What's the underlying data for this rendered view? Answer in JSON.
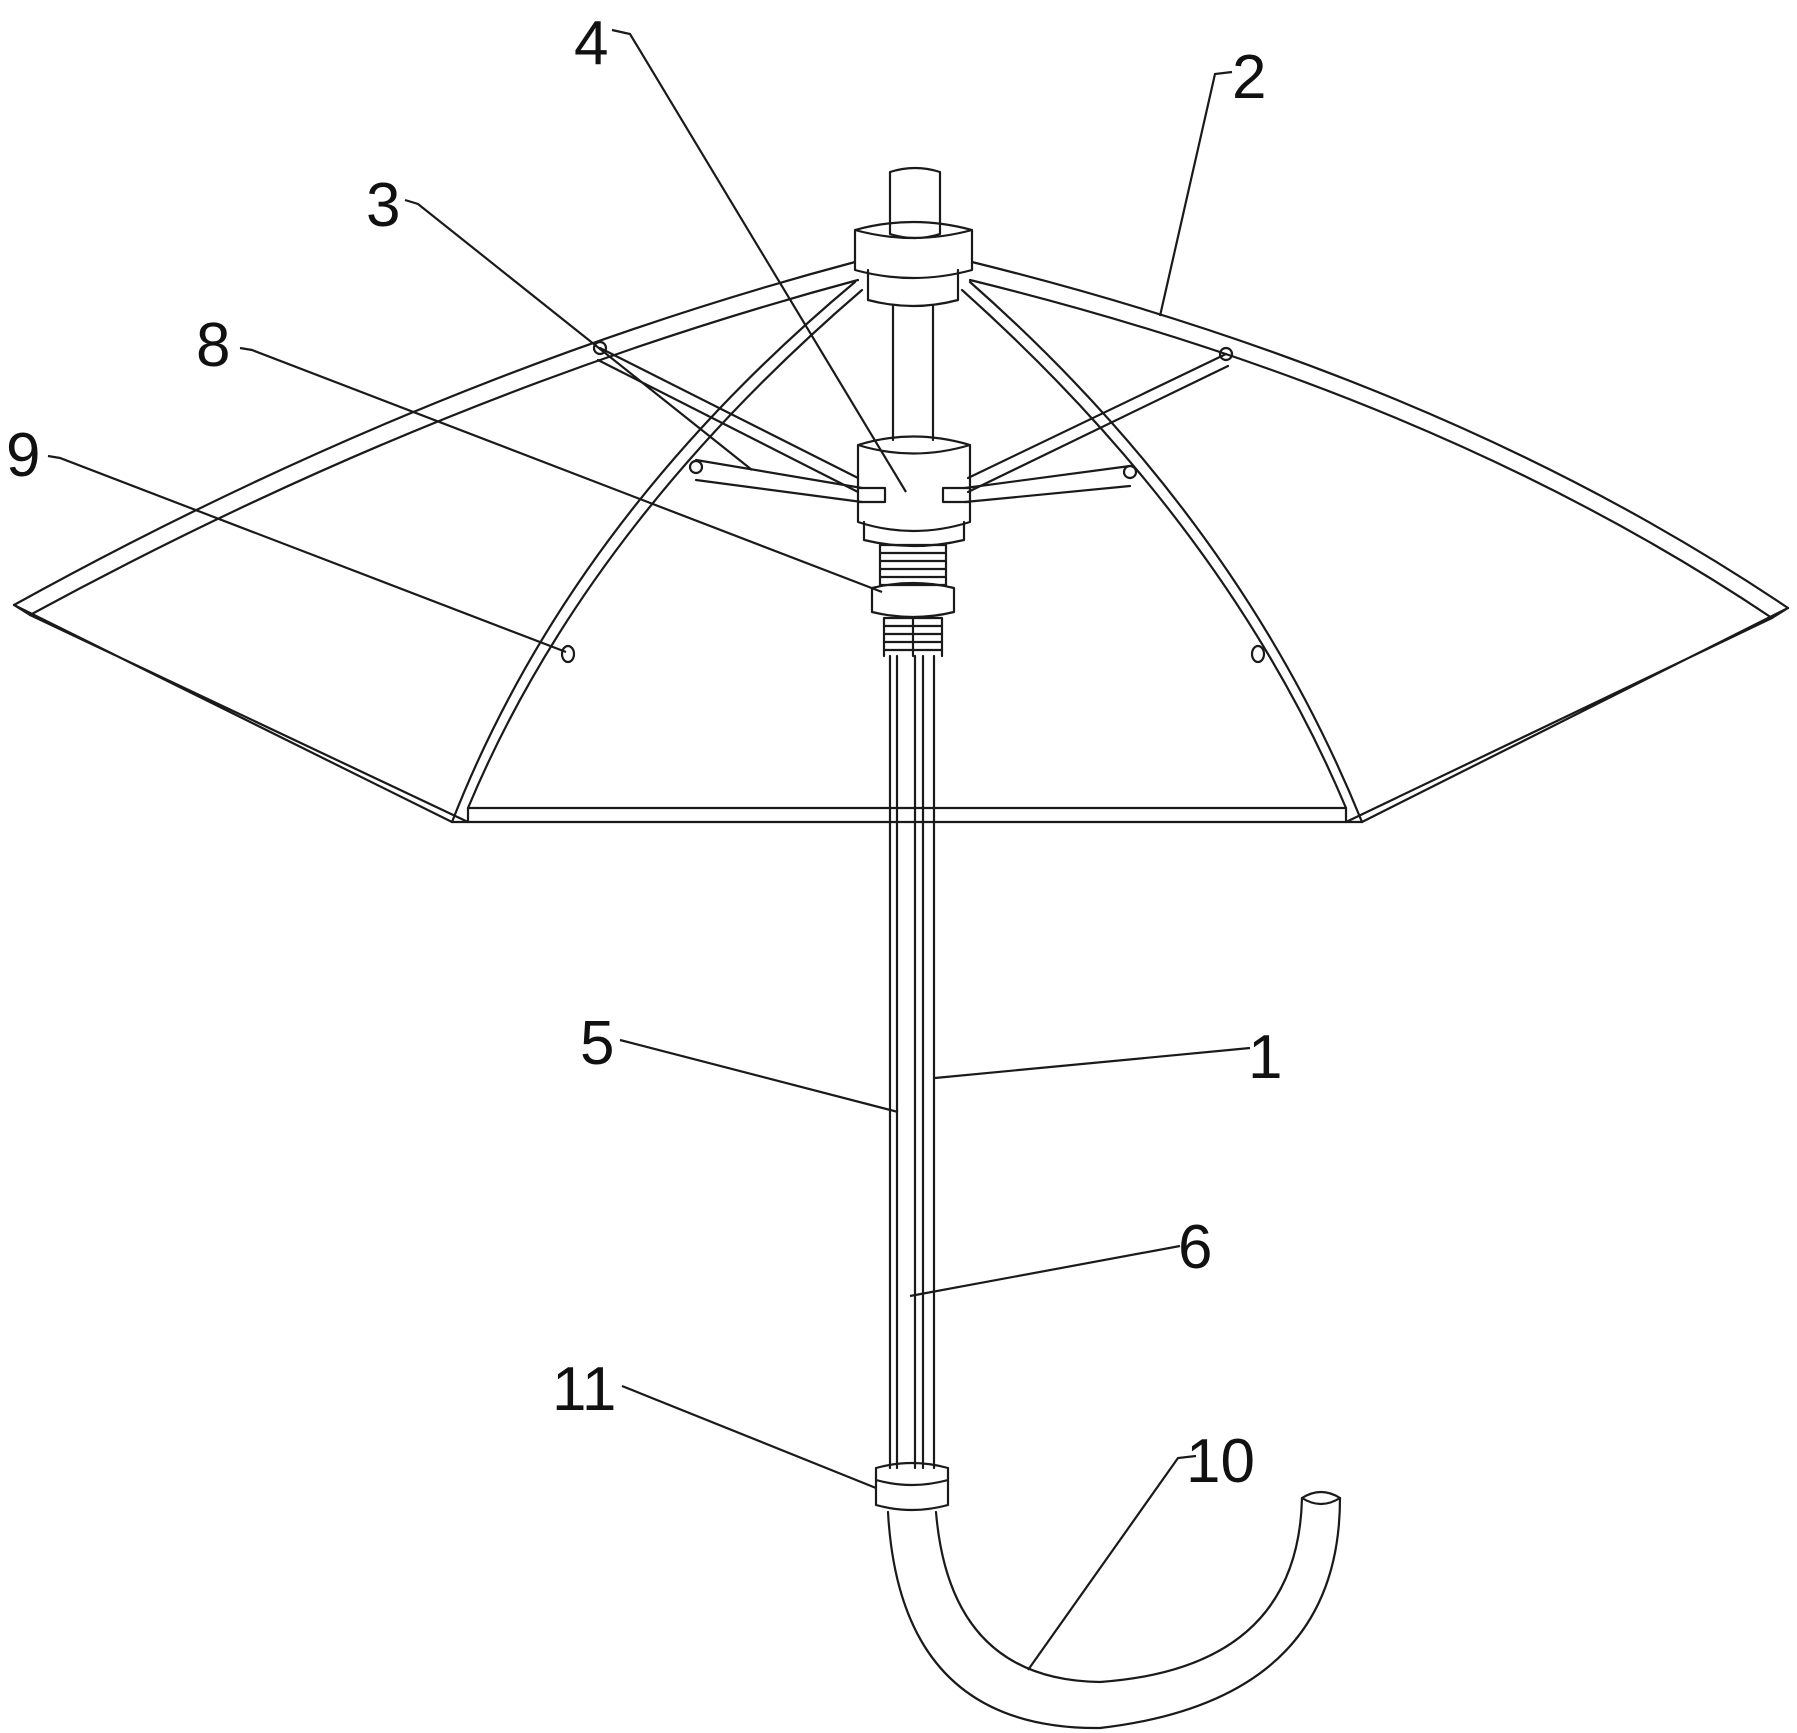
{
  "figure": {
    "line_color": "#1a1a1a",
    "background": "#ffffff",
    "labels": [
      {
        "id": "1",
        "text": "1"
      },
      {
        "id": "2",
        "text": "2"
      },
      {
        "id": "3",
        "text": "3"
      },
      {
        "id": "4",
        "text": "4"
      },
      {
        "id": "5",
        "text": "5"
      },
      {
        "id": "6",
        "text": "6"
      },
      {
        "id": "8",
        "text": "8"
      },
      {
        "id": "9",
        "text": "9"
      },
      {
        "id": "10",
        "text": "10"
      },
      {
        "id": "11",
        "text": "11"
      }
    ]
  }
}
